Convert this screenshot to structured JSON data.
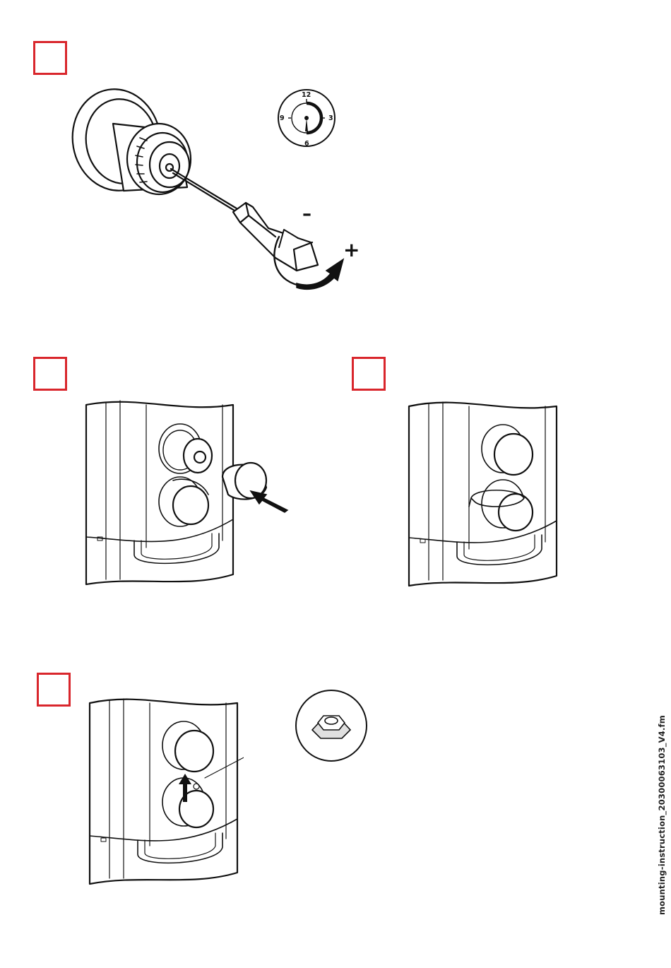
{
  "dial": {
    "label_top": "12",
    "label_right": "3",
    "label_bottom": "6",
    "label_left": "9"
  },
  "adjust": {
    "minus": "–",
    "plus": "+"
  },
  "footer": {
    "file_name": "mounting-instruction_20300063103_V4.fm"
  },
  "colors": {
    "step_box": "#d9262c",
    "line": "#111111"
  }
}
